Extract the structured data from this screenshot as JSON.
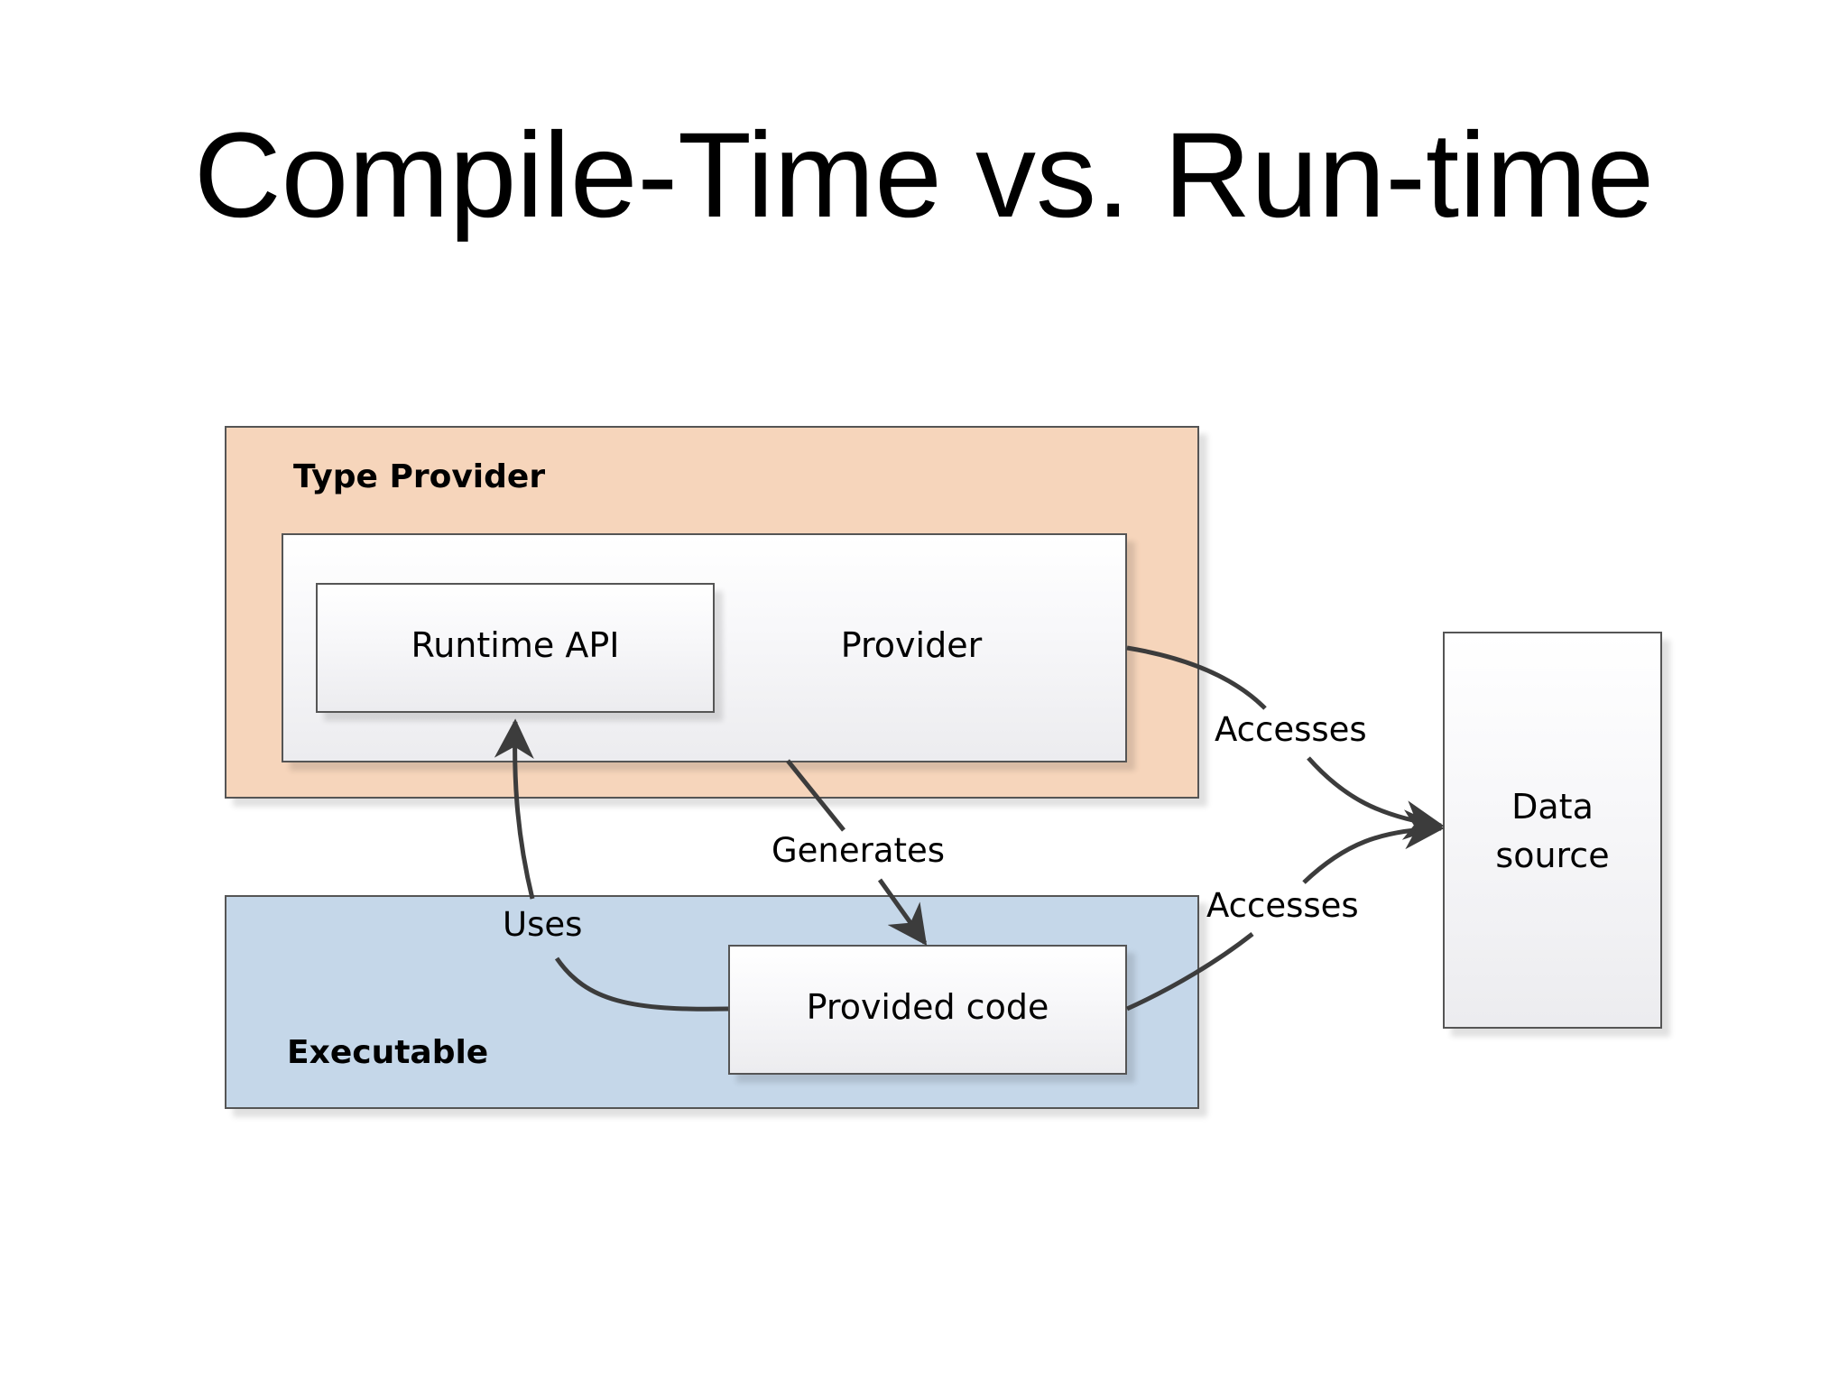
{
  "title": "Compile-Time vs. Run-time",
  "groups": {
    "type_provider": "Type Provider",
    "executable": "Executable"
  },
  "nodes": {
    "runtime_api": "Runtime API",
    "provider": "Provider",
    "provided_code": "Provided code",
    "data_source_line1": "Data",
    "data_source_line2": "source"
  },
  "edges": {
    "uses": "Uses",
    "generates": "Generates",
    "accesses_top": "Accesses",
    "accesses_bottom": "Accesses"
  },
  "colors": {
    "type_provider_fill": "#f6d5bb",
    "executable_fill": "#c5d7e9",
    "arrow": "#3c3c3c"
  }
}
